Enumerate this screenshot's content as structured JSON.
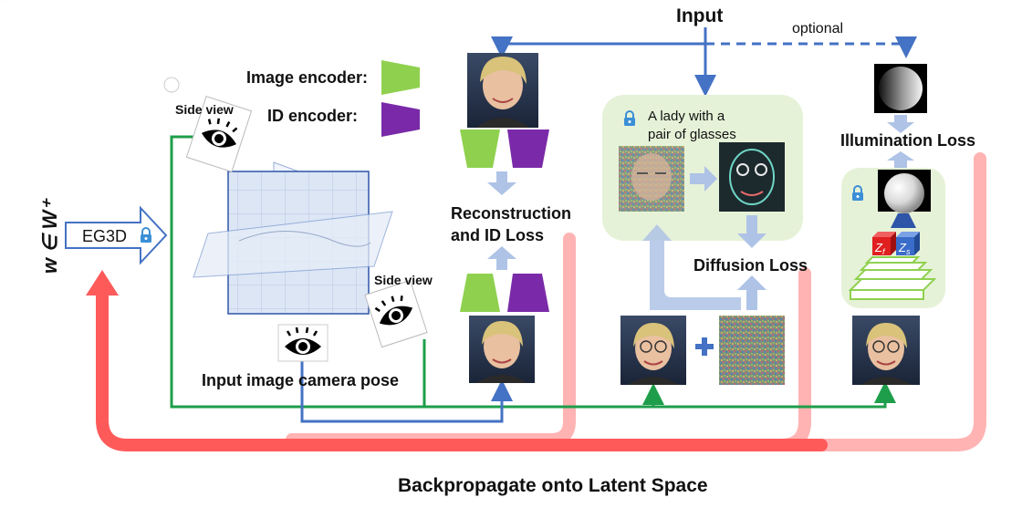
{
  "labels": {
    "input": "Input",
    "optional": "optional",
    "image_encoder": "Image encoder:",
    "id_encoder": "ID encoder:",
    "side_view": "Side view",
    "side_view_2": "Side view",
    "eg3d": "EG3D",
    "latent": "w ∈ W⁺",
    "camera_pose": "Input image camera pose",
    "recon_loss_line1": "Reconstruction",
    "recon_loss_line2": "and ID Loss",
    "prompt_line1": "A lady with a",
    "prompt_line2": "pair of glasses",
    "diffusion_loss": "Diffusion Loss",
    "illumination_loss": "Illumination Loss",
    "zf": "Z",
    "zf_sub": "f",
    "zs": "Z",
    "zs_sub": "s",
    "plus": "+",
    "backprop": "Backpropagate onto Latent Space"
  },
  "colors": {
    "blue_arrow": "#4472c4",
    "green_line": "#1e9e4a",
    "red_arrow": "#ff5a5a",
    "pink_return": "#ffb3b3",
    "light_blue_arrow": "#aec3e6",
    "image_encoder": "#8fd14f",
    "id_encoder": "#7a2aa8",
    "panel_green": "#e6f2d8"
  },
  "icons": [
    "lock-icon",
    "eye-icon",
    "plus-icon"
  ]
}
